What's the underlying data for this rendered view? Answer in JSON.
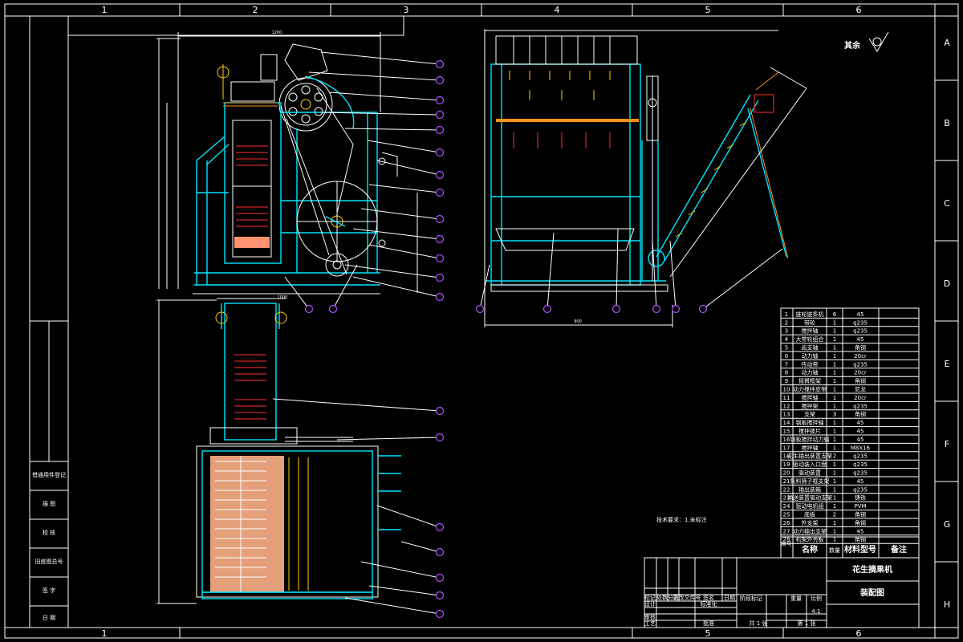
{
  "drawing": {
    "columns_top": [
      "1",
      "2",
      "3",
      "4",
      "5",
      "6"
    ],
    "columns_bottom": [
      "1",
      "",
      "",
      "",
      "5",
      "6"
    ],
    "rows": [
      "A",
      "B",
      "C",
      "D",
      "E",
      "F",
      "G",
      "H"
    ],
    "roughness_mark": "其余",
    "tech_note": "技术要求：1.未标注",
    "colors": {
      "background": "#000000",
      "frame": "#ffffff",
      "structure": "#00e5ff",
      "belt": "#ffd200",
      "detail": "#ff3030",
      "balloon": "#b050ff"
    }
  },
  "side_labels": [
    "借通用件登记",
    "描 图",
    "校 核",
    "旧底图总号",
    "签 字",
    "日 期"
  ],
  "bom": {
    "headers": [
      "序号",
      "名称",
      "数量",
      "材料型号",
      "备注"
    ],
    "rows": [
      [
        "1",
        "链轮链条机",
        "6",
        "45"
      ],
      [
        "2",
        "带轮",
        "1",
        "q235"
      ],
      [
        "3",
        "搅拌轴",
        "1",
        "q235"
      ],
      [
        "4",
        "大带轮组合",
        "1",
        "45"
      ],
      [
        "5",
        "齿支轴",
        "1",
        "角钢"
      ],
      [
        "6",
        "动力轴",
        "1",
        "20cr"
      ],
      [
        "7",
        "传动带",
        "1",
        "q235"
      ],
      [
        "8",
        "动力轴",
        "1",
        "20cr"
      ],
      [
        "9",
        "摇臂框架",
        "1",
        "角钢"
      ],
      [
        "10",
        "动力搅拌皮带",
        "1",
        "尼龙"
      ],
      [
        "11",
        "搅拌轴",
        "1",
        "20cr"
      ],
      [
        "12",
        "搅拌架",
        "1",
        "q235"
      ],
      [
        "13",
        "支架",
        "3",
        "角钢"
      ],
      [
        "14",
        "钢板搅拌轴",
        "1",
        "45"
      ],
      [
        "15",
        "搅拌拨片",
        "1",
        "45"
      ],
      [
        "16",
        "钢板搅拌动力轴",
        "1",
        "45"
      ],
      [
        "17",
        "搅拌轴",
        "1",
        "M8X16"
      ],
      [
        "18",
        "花生输出装置支架",
        "2",
        "q235"
      ],
      [
        "19",
        "驱动装入口盘",
        "1",
        "q235"
      ],
      [
        "20",
        "驱动装置",
        "1",
        "q235"
      ],
      [
        "21",
        "集料筛子框支架",
        "1",
        "45"
      ],
      [
        "22",
        "输出装箱",
        "1",
        "q235"
      ],
      [
        "23",
        "输送装置驱动支架",
        "1",
        "铸铁"
      ],
      [
        "24",
        "驱动电机组",
        "1",
        "PVM"
      ],
      [
        "25",
        "底板",
        "2",
        "角钢"
      ],
      [
        "26",
        "外支架",
        "1",
        "角钢"
      ],
      [
        "27",
        "动力输出支架",
        "1",
        "45"
      ],
      [
        "28",
        "机架外壳板",
        "1",
        "角钢"
      ]
    ]
  },
  "title_block": {
    "product_name": "花生摘果机",
    "drawing_name": "装配图",
    "scale": "4:1",
    "labels": {
      "mark": "标记",
      "count": "处数",
      "zone": "分区",
      "change_doc": "更改文件号",
      "signature": "签名",
      "date": "日期",
      "design": "设计",
      "standard": "标准化",
      "stage_mark": "阶段标记",
      "weight": "重量",
      "scale_label": "比例",
      "review": "审核",
      "process": "工艺",
      "approve": "批准",
      "sheets_total": "共 1 张",
      "sheet_no": "第 1 张"
    }
  }
}
